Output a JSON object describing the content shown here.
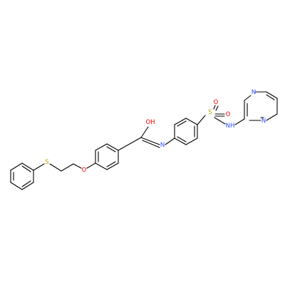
{
  "atoms": {
    "sulfur_thioether": "S",
    "oxygen_ether": "O",
    "hydroxyl": "OH",
    "imine_nitrogen": "N",
    "sulfonyl_sulfur": "S",
    "sulfonyl_oxygen_1": "O",
    "sulfonyl_oxygen_2": "O",
    "sulfonamide_nh": "NH",
    "pyrimidine_n_1": "N",
    "pyrimidine_n_2": "N"
  },
  "colors": {
    "bond": "#000000",
    "sulfur": "#b8a600",
    "oxygen": "#ff0000",
    "nitrogen": "#3050f8",
    "background": "#ffffff"
  }
}
